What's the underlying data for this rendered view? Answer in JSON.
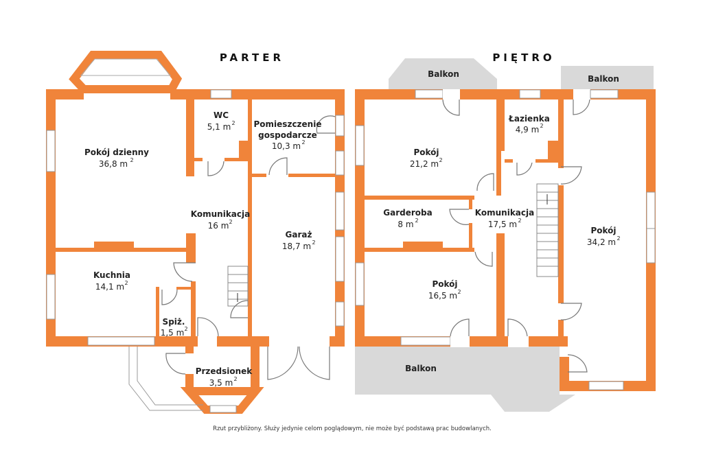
{
  "floors": {
    "ground": {
      "title": "PARTER",
      "rooms": [
        {
          "name": "Pokój dzienny",
          "area": "36,8 m",
          "unit_sup": "2"
        },
        {
          "name": "WC",
          "area": "5,1 m",
          "unit_sup": "2"
        },
        {
          "name": "Pomieszczenie",
          "name2": "gospodarcze",
          "area": "10,3 m",
          "unit_sup": "2"
        },
        {
          "name": "Komunikacja",
          "area": "16 m",
          "unit_sup": "2"
        },
        {
          "name": "Garaż",
          "area": "18,7 m",
          "unit_sup": "2"
        },
        {
          "name": "Kuchnia",
          "area": "14,1 m",
          "unit_sup": "2"
        },
        {
          "name": "Spiż.",
          "area": "1,5 m",
          "unit_sup": "2"
        },
        {
          "name": "Przedsionek",
          "area": "3,5 m",
          "unit_sup": "2"
        }
      ]
    },
    "upper": {
      "title": "PIĘTRO",
      "rooms": [
        {
          "name": "Pokój",
          "area": "21,2 m",
          "unit_sup": "2"
        },
        {
          "name": "Łazienka",
          "area": "4,9 m",
          "unit_sup": "2"
        },
        {
          "name": "Garderoba",
          "area": "8 m",
          "unit_sup": "2"
        },
        {
          "name": "Komunikacja",
          "area": "17,5 m",
          "unit_sup": "2"
        },
        {
          "name": "Pokój",
          "area": "34,2 m",
          "unit_sup": "2"
        },
        {
          "name": "Pokój",
          "area": "16,5 m",
          "unit_sup": "2"
        }
      ],
      "balconies": [
        "Balkon",
        "Balkon",
        "Balkon"
      ]
    }
  },
  "footnote": "Rzut przybliżony. Służy jedynie celom poglądowym, nie może być podstawą prac budowlanych.",
  "colors": {
    "wall": "#F0843A",
    "balcony": "#D9D9D9"
  }
}
